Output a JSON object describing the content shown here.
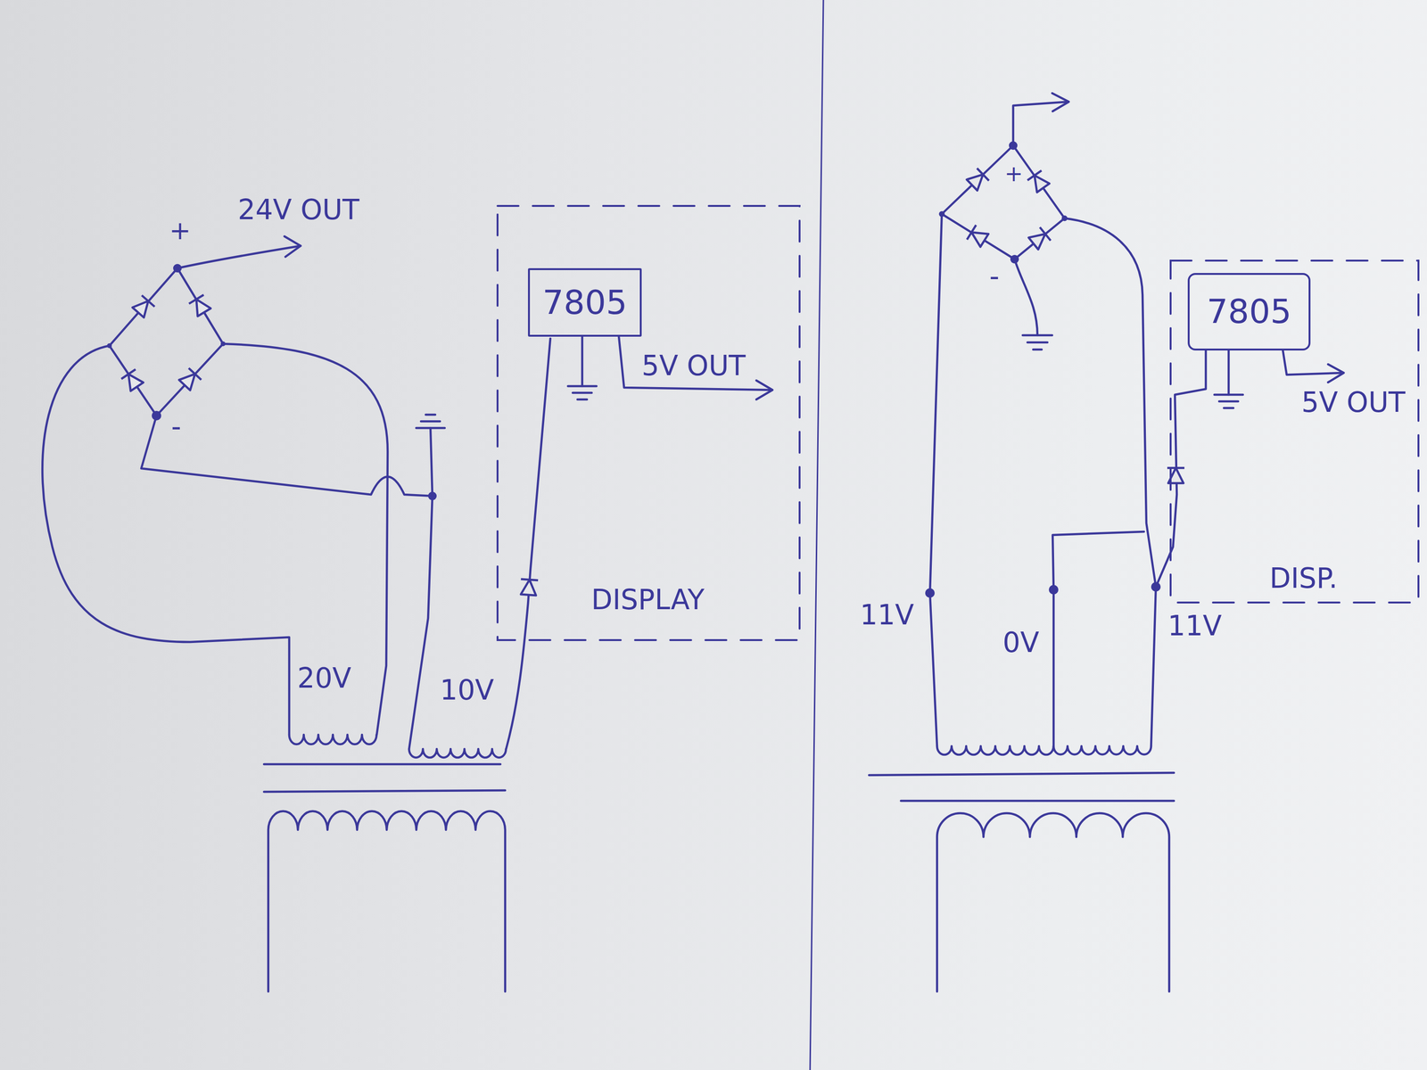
{
  "diagram": {
    "nodes": [
      {
        "text": [
          "DISPLAY"
        ]
      },
      {
        "text": [
          "7805"
        ],
        "in": 0
      },
      {
        "text": [
          "DISP."
        ]
      },
      {
        "text": [
          "7805"
        ],
        "in": 2
      }
    ],
    "labels": [
      "24V OUT",
      "+",
      "-",
      "20V",
      "10V",
      "5V OUT",
      "+",
      "-",
      "11V",
      "0V",
      "11V",
      "5V OUT"
    ]
  }
}
